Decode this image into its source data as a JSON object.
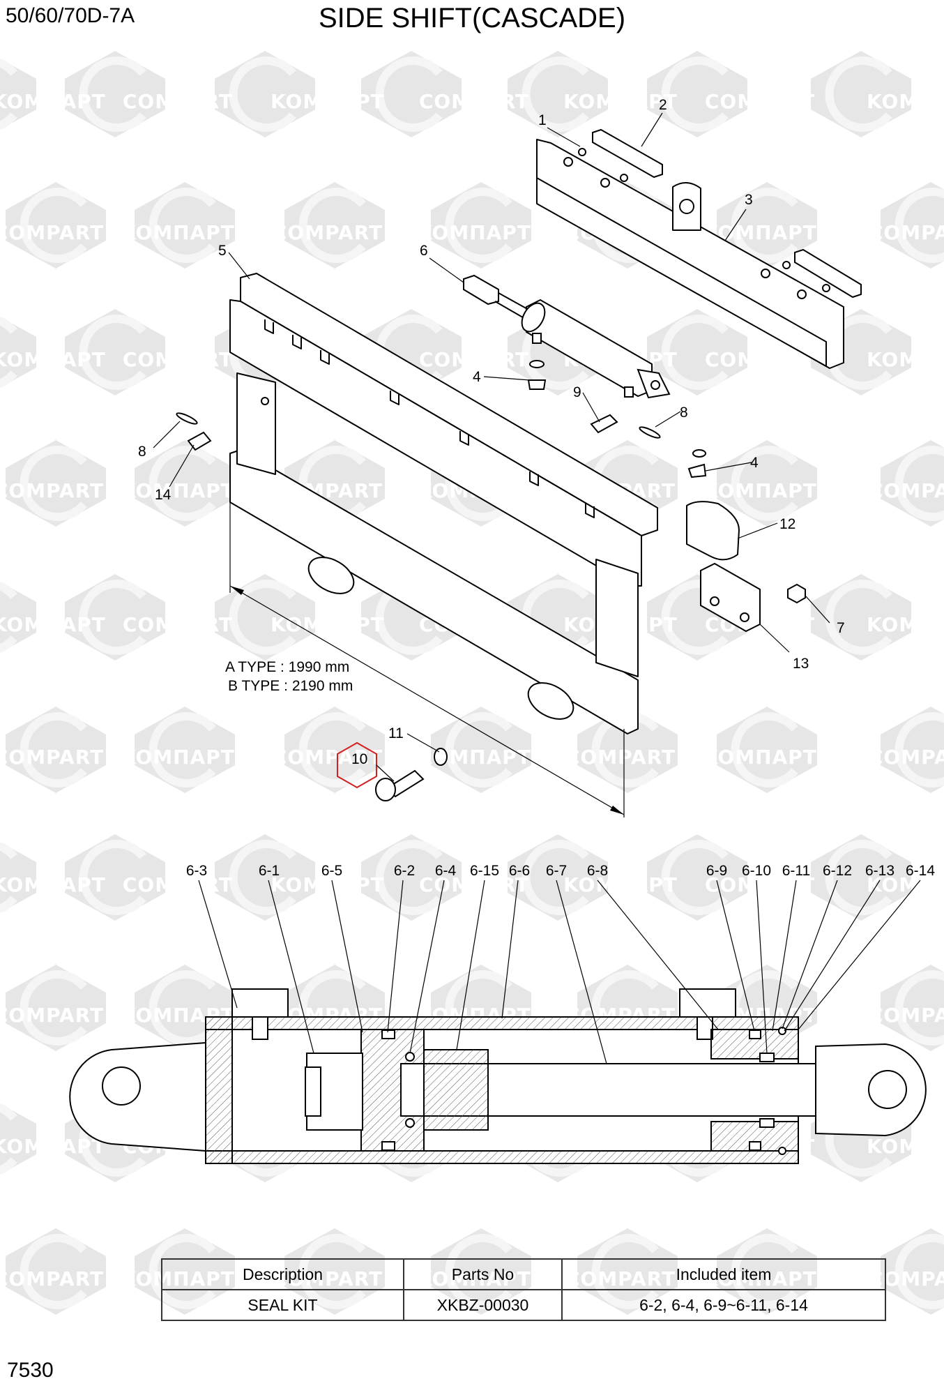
{
  "header": {
    "model": "50/60/70D-7A",
    "title": "SIDE SHIFT(CASCADE)",
    "page": "7530"
  },
  "watermarks": [
    "KOMПАРТ",
    "COMPART"
  ],
  "dimension": {
    "a_type": "A TYPE : 1990 mm",
    "b_type": "B TYPE : 2190 mm"
  },
  "callouts": {
    "c1": "1",
    "c2": "2",
    "c3": "3",
    "c4a": "4",
    "c4b": "4",
    "c5": "5",
    "c6": "6",
    "c7": "7",
    "c8a": "8",
    "c8b": "8",
    "c9": "9",
    "c10": "10",
    "c11": "11",
    "c12": "12",
    "c13": "13",
    "c14": "14"
  },
  "highlight_color": "#d21f1f",
  "cylinder_callouts": [
    "6-3",
    "6-1",
    "6-5",
    "6-2",
    "6-4",
    "6-15",
    "6-6",
    "6-7",
    "6-8",
    "6-9",
    "6-10",
    "6-11",
    "6-12",
    "6-13",
    "6-14"
  ],
  "kit_table": {
    "headers": [
      "Description",
      "Parts No",
      "Included item"
    ],
    "rows": [
      [
        "SEAL KIT",
        "XKBZ-00030",
        "6-2, 6-4, 6-9~6-11, 6-14"
      ]
    ]
  }
}
